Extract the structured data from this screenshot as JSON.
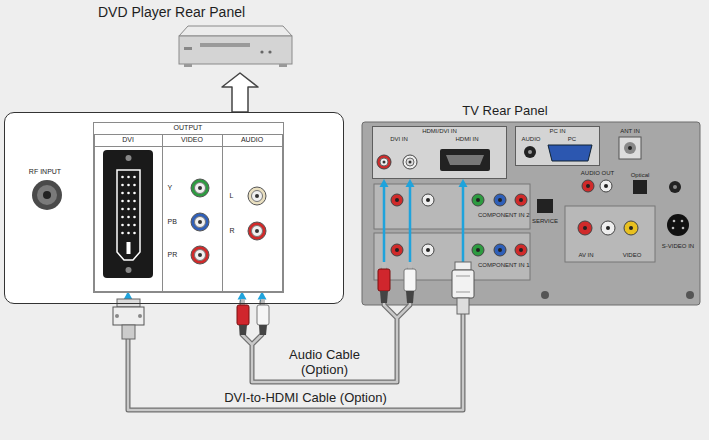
{
  "diagram": {
    "nodes": [
      {
        "text": [
          "DVD Player Rear Panel"
        ]
      },
      {
        "text": [
          "RF INPUT"
        ]
      },
      {
        "text": [
          "OUTPUT"
        ],
        "in": 1
      },
      {
        "text": [
          "DVI"
        ],
        "in": 2
      },
      {
        "text": [
          "VIDEO",
          "Y",
          "PB",
          "PR"
        ],
        "in": 2
      },
      {
        "text": [
          "AUDIO",
          "L",
          "R"
        ],
        "in": 2
      },
      {
        "text": [
          "TV Rear Panel"
        ]
      },
      {
        "text": [
          "HDMI/DVI IN",
          "DVI IN",
          "HDMI IN"
        ],
        "in": 6
      },
      {
        "text": [
          "PC IN",
          "AUDIO",
          "PC"
        ],
        "in": 6
      }
    ],
    "edges": [
      {
        "from": 5,
        "to": 7,
        "label": "Audio Cable (Option)",
        "arrow": "both"
      },
      {
        "from": 3,
        "to": 7,
        "label": "DVI-to-HDMI Cable (Option)",
        "arrow": "both"
      },
      {
        "from": 1,
        "to": 0,
        "arrow": "to"
      }
    ],
    "labels": [
      "ANT IN",
      "AUDIO OUT",
      "Optical",
      "SERVICE",
      "COMPONENT IN 2",
      "COMPONENT IN 1",
      "AV IN",
      "VIDEO",
      "S-VIDEO IN"
    ]
  }
}
